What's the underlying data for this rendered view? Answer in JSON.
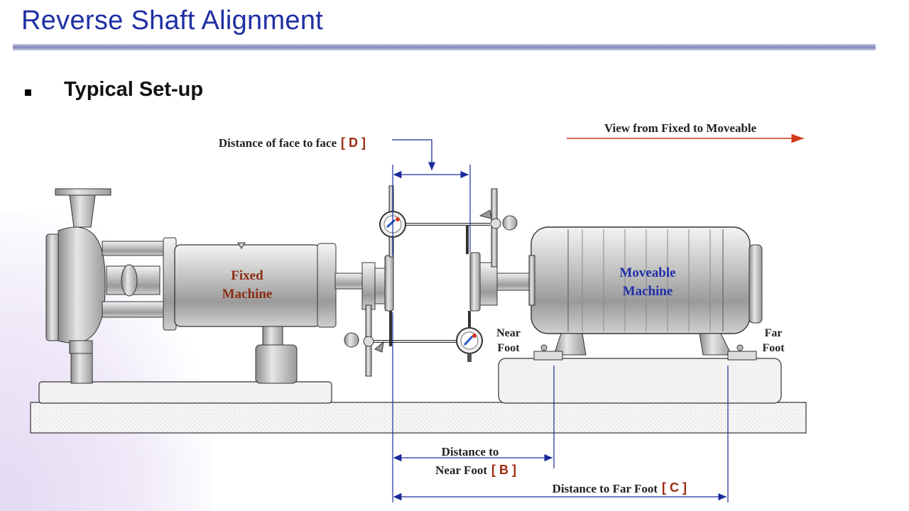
{
  "title": "Reverse Shaft Alignment",
  "subtitle": "Typical Set-up",
  "labels": {
    "face_to_face": "Distance of face to face",
    "tag_d": "[ D ]",
    "view_direction": "View from Fixed to Moveable",
    "fixed_line1": "Fixed",
    "fixed_line2": "Machine",
    "moveable_line1": "Moveable",
    "moveable_line2": "Machine",
    "near_line1": "Near",
    "near_line2": "Foot",
    "far_line1": "Far",
    "far_line2": "Foot",
    "near_dist_line1": "Distance to",
    "near_dist_line2": "Near Foot",
    "tag_b": "[ B ]",
    "far_dist": "Distance to Far Foot",
    "tag_c": "[ C ]"
  },
  "colors": {
    "title": "#1f2fa3",
    "fixed_text": "#8b2c12",
    "moveable_text": "#2030a8",
    "dimension_line": "#1a2a9c",
    "view_arrow": "#d23a1c",
    "tag": "#9c2a10"
  }
}
